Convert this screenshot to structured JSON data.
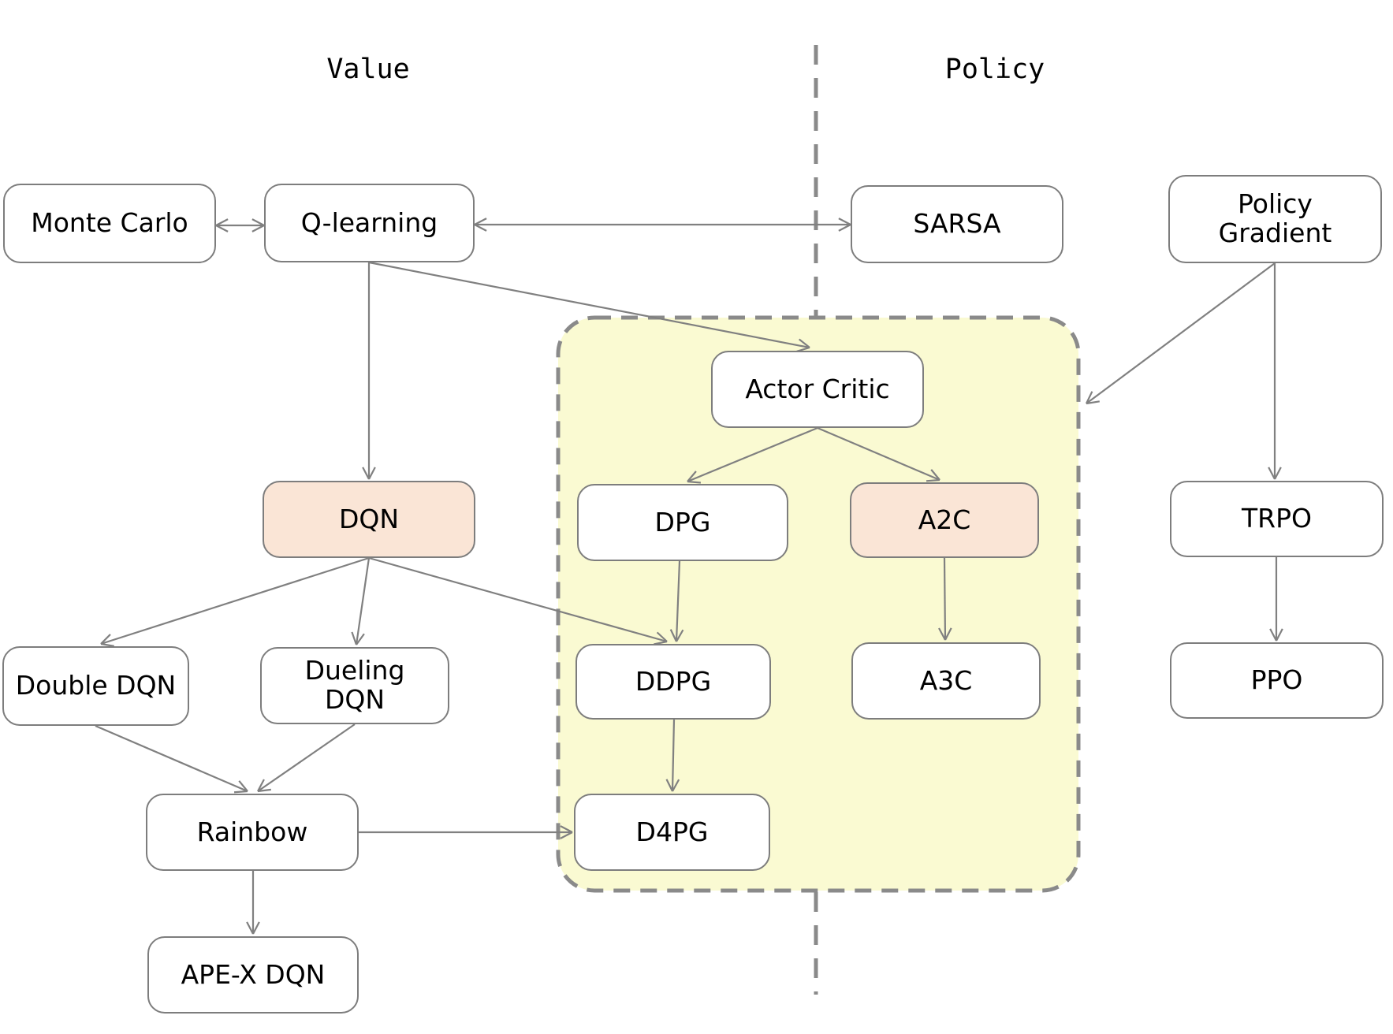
{
  "titles": {
    "left": "Value",
    "right": "Policy"
  },
  "colors": {
    "line": "#808080",
    "box_border": "#7d7d7d",
    "highlight_fill": "#FAE5D6",
    "group_fill": "#FAFAD2",
    "text": "#000000",
    "background": "#ffffff"
  },
  "nodes": [
    {
      "id": "monte-carlo",
      "label": "Monte Carlo",
      "highlight": false
    },
    {
      "id": "q-learning",
      "label": "Q-learning",
      "highlight": false
    },
    {
      "id": "sarsa",
      "label": "SARSA",
      "highlight": false
    },
    {
      "id": "policy-gradient",
      "label": "Policy Gradient",
      "highlight": false
    },
    {
      "id": "actor-critic",
      "label": "Actor Critic",
      "highlight": false
    },
    {
      "id": "dqn",
      "label": "DQN",
      "highlight": true
    },
    {
      "id": "dpg",
      "label": "DPG",
      "highlight": false
    },
    {
      "id": "a2c",
      "label": "A2C",
      "highlight": true
    },
    {
      "id": "trpo",
      "label": "TRPO",
      "highlight": false
    },
    {
      "id": "double-dqn",
      "label": "Double DQN",
      "highlight": false
    },
    {
      "id": "dueling-dqn",
      "label": "Dueling DQN",
      "highlight": false
    },
    {
      "id": "ddpg",
      "label": "DDPG",
      "highlight": false
    },
    {
      "id": "a3c",
      "label": "A3C",
      "highlight": false
    },
    {
      "id": "ppo",
      "label": "PPO",
      "highlight": false
    },
    {
      "id": "rainbow",
      "label": "Rainbow",
      "highlight": false
    },
    {
      "id": "d4pg",
      "label": "D4PG",
      "highlight": false
    },
    {
      "id": "apex-dqn",
      "label": "APE-X DQN",
      "highlight": false
    }
  ],
  "edges": [
    {
      "from": "monte-carlo",
      "to": "q-learning",
      "double": true
    },
    {
      "from": "q-learning",
      "to": "sarsa",
      "double": true
    },
    {
      "from": "q-learning",
      "to": "dqn",
      "double": false
    },
    {
      "from": "q-learning",
      "to": "actor-critic",
      "double": false
    },
    {
      "from": "policy-gradient",
      "to": "actor-critic",
      "double": false
    },
    {
      "from": "policy-gradient",
      "to": "trpo",
      "double": false
    },
    {
      "from": "trpo",
      "to": "ppo",
      "double": false
    },
    {
      "from": "actor-critic",
      "to": "dpg",
      "double": false
    },
    {
      "from": "actor-critic",
      "to": "a2c",
      "double": false
    },
    {
      "from": "dpg",
      "to": "ddpg",
      "double": false
    },
    {
      "from": "a2c",
      "to": "a3c",
      "double": false
    },
    {
      "from": "ddpg",
      "to": "d4pg",
      "double": false
    },
    {
      "from": "dqn",
      "to": "double-dqn",
      "double": false
    },
    {
      "from": "dqn",
      "to": "dueling-dqn",
      "double": false
    },
    {
      "from": "dqn",
      "to": "ddpg",
      "double": false
    },
    {
      "from": "double-dqn",
      "to": "rainbow",
      "double": false
    },
    {
      "from": "dueling-dqn",
      "to": "rainbow",
      "double": false
    },
    {
      "from": "rainbow",
      "to": "apex-dqn",
      "double": false
    },
    {
      "from": "rainbow",
      "to": "d4pg",
      "double": false
    }
  ]
}
